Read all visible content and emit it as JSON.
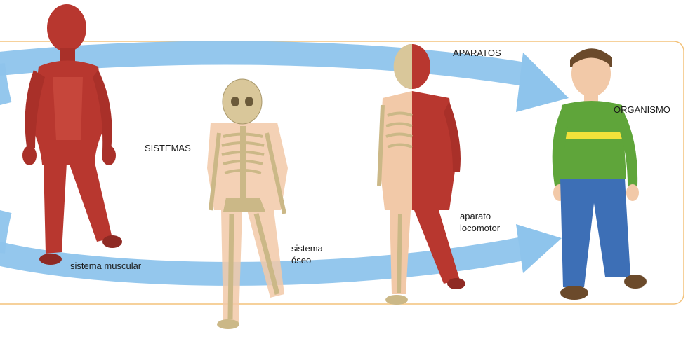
{
  "labels": {
    "sistemas": "SISTEMAS",
    "aparatos": "APARATOS",
    "organismo": "ORGANISMO",
    "sistema_muscular": "sistema muscular",
    "sistema_oseo": "sistema\nóseo",
    "aparato_locomotor": "aparato\nlocomotor"
  },
  "colors": {
    "frame": "#f3c27a",
    "arrow": "#8ec4ec",
    "muscle": "#b8372f",
    "bone": "#d9c79a",
    "skin": "#f2c9a8",
    "sweater": "#5fa53a",
    "stripe": "#f2e23a",
    "jeans": "#3d6fb6",
    "hair": "#6b4a2b"
  }
}
